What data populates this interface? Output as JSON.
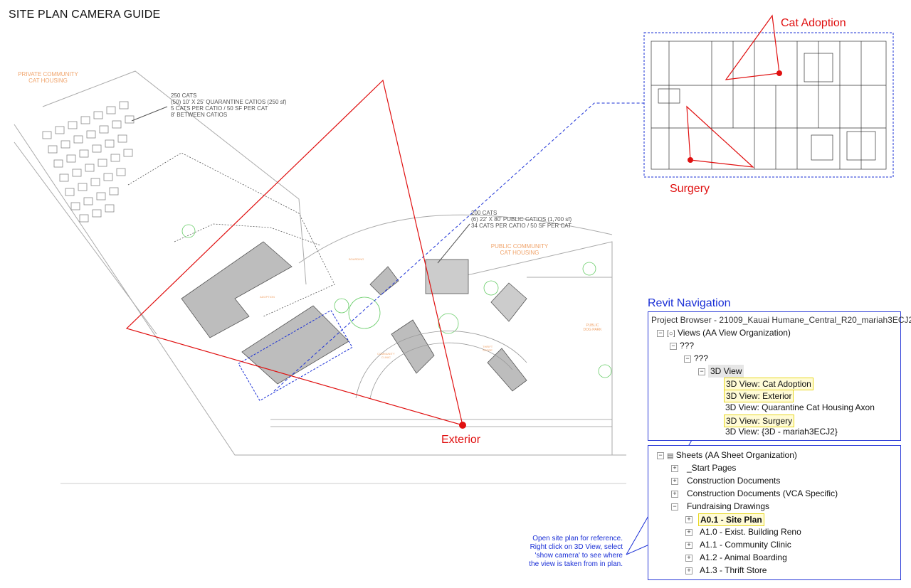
{
  "page_title": "SITE PLAN CAMERA GUIDE",
  "site_labels": {
    "private_housing": [
      "PRIVATE COMMUNITY",
      "CAT HOUSING"
    ],
    "public_housing": [
      "PUBLIC COMMUNITY",
      "CAT HOUSING"
    ],
    "public_dog_park": [
      "PUBLIC",
      "DOG PARK"
    ],
    "adoption": "ADOPTION",
    "boarding": "BOARDING",
    "community_clinic": [
      "COMMUNITY",
      "CLINIC"
    ],
    "thrift_store": [
      "THRIFT",
      "STORE"
    ]
  },
  "notes": {
    "quarantine": [
      "250 CATS",
      "(50) 10' X 25' QUARANTINE CATIOS (250 sf)",
      "5 CATS PER CATIO / 50 SF PER CAT",
      "8' BETWEEN CATIOS"
    ],
    "public": [
      "200 CATS",
      "(6) 22' X 80' PUBLIC CATIOS (1,700 sf)",
      "34 CATS PER CATIO / 50 SF PER CAT"
    ]
  },
  "cameras": {
    "exterior": "Exterior",
    "cat_adoption": "Cat Adoption",
    "surgery": "Surgery"
  },
  "revit": {
    "title": "Revit Navigation",
    "project_browser": "Project Browser - 21009_Kauai Humane_Central_R20_mariah3ECJ2",
    "views_root": "Views (AA View Organization)",
    "level1": "???",
    "level2": "???",
    "view_group": "3D View",
    "views": [
      "3D View: Cat Adoption",
      "3D View: Exterior",
      "3D View: Quarantine Cat Housing Axon",
      "3D View: Surgery",
      "3D View: {3D - mariah3ECJ2}"
    ],
    "sheets_root": "Sheets (AA Sheet Organization)",
    "sheet_groups": [
      "_Start Pages",
      "Construction Documents",
      "Construction Documents (VCA Specific)",
      "Fundraising Drawings"
    ],
    "sheets": [
      "A0.1 - Site Plan",
      "A1.0 - Exist. Building Reno",
      "A1.1 - Community Clinic",
      "A1.2 - Animal Boarding",
      "A1.3 - Thrift Store"
    ]
  },
  "help_text": [
    "Open site plan for reference.",
    "Right click on 3D View, select",
    "'show camera' to see where",
    "the view is taken from in plan."
  ],
  "colors": {
    "camera_red": "#e01010",
    "link_blue": "#1a2fd6",
    "highlight": "#fffbd6",
    "label_orange": "#f0a36a"
  }
}
